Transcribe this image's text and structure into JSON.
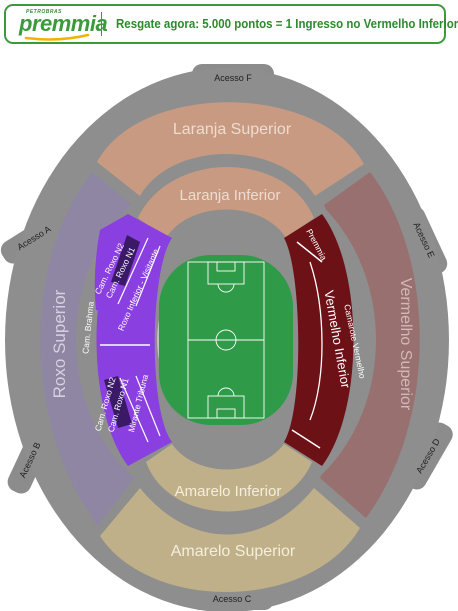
{
  "banner": {
    "brand_small": "PETROBRAS",
    "brand": "premmia",
    "message": "Resgate agora: 5.000 pontos = 1 Ingresso no Vermelho Inferior"
  },
  "gates": {
    "f": "Acesso F",
    "a": "Acesso A",
    "e": "Acesso E",
    "b": "Acesso B",
    "d": "Acesso D",
    "c": "Acesso C"
  },
  "sectors": {
    "laranja_superior": "Laranja Superior",
    "laranja_inferior": "Laranja Inferior",
    "roxo_superior": "Roxo Superior",
    "vermelho_superior": "Vermelho Superior",
    "amarelo_inferior": "Amarelo Inferior",
    "amarelo_superior": "Amarelo Superior",
    "cam_roxo_n2_top": "Cam. Roxo N2",
    "cam_roxo_n1_top": "Cam. Roxo N1",
    "roxo_inferior_visitante": "Roxo Inferior - Visitante",
    "cam_brahma": "Cam. Brahma",
    "cam_roxo_n2_bottom": "Cam. Roxo N2",
    "cam_roxo_n1_bottom": "Cam. Roxo N1",
    "mirante_tribuna": "Mirante Tribuna",
    "premmia": "Premmia",
    "vermelho_inferior": "Vermelho Inferior",
    "camarote_vermelho": "Camarote Vermelho"
  },
  "colors": {
    "brand_green": "#3c9a3c",
    "laranja": "#c99a82",
    "roxo": "#8e86a3",
    "vermelho": "#98706f",
    "amarelo": "#bfb089",
    "roxo_inferior": "#8a3fe0",
    "vermelho_inferior": "#6c1116",
    "field": "#2f9a48"
  }
}
